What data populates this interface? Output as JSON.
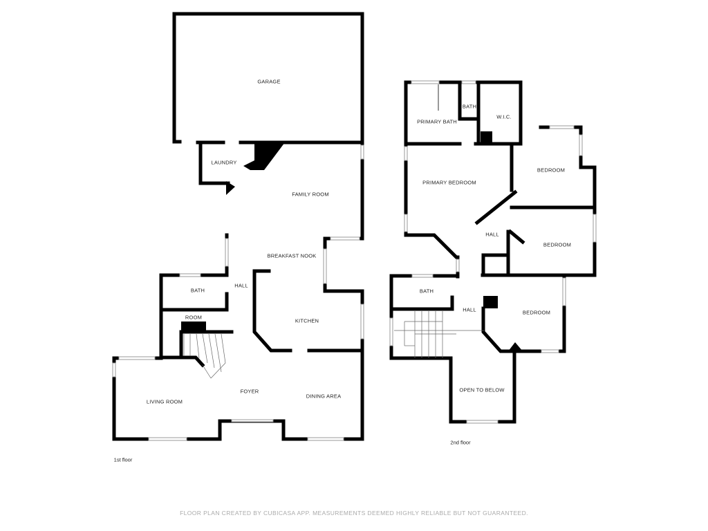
{
  "floors": [
    {
      "label": "1st floor",
      "rooms": [
        "GARAGE",
        "LAUNDRY",
        "FAMILY ROOM",
        "BREAKFAST NOOK",
        "HALL",
        "BATH",
        "ROOM",
        "KITCHEN",
        "FOYER",
        "LIVING ROOM",
        "DINING AREA"
      ]
    },
    {
      "label": "2nd floor",
      "rooms": [
        "PRIMARY BATH",
        "BATH",
        "W.I.C.",
        "PRIMARY BEDROOM",
        "BEDROOM",
        "BEDROOM",
        "HALL",
        "BATH",
        "HALL",
        "BEDROOM",
        "OPEN TO BELOW"
      ]
    }
  ],
  "footer": "FLOOR PLAN CREATED BY CUBICASA APP. MEASUREMENTS DEEMED HIGHLY RELIABLE BUT NOT GUARANTEED."
}
